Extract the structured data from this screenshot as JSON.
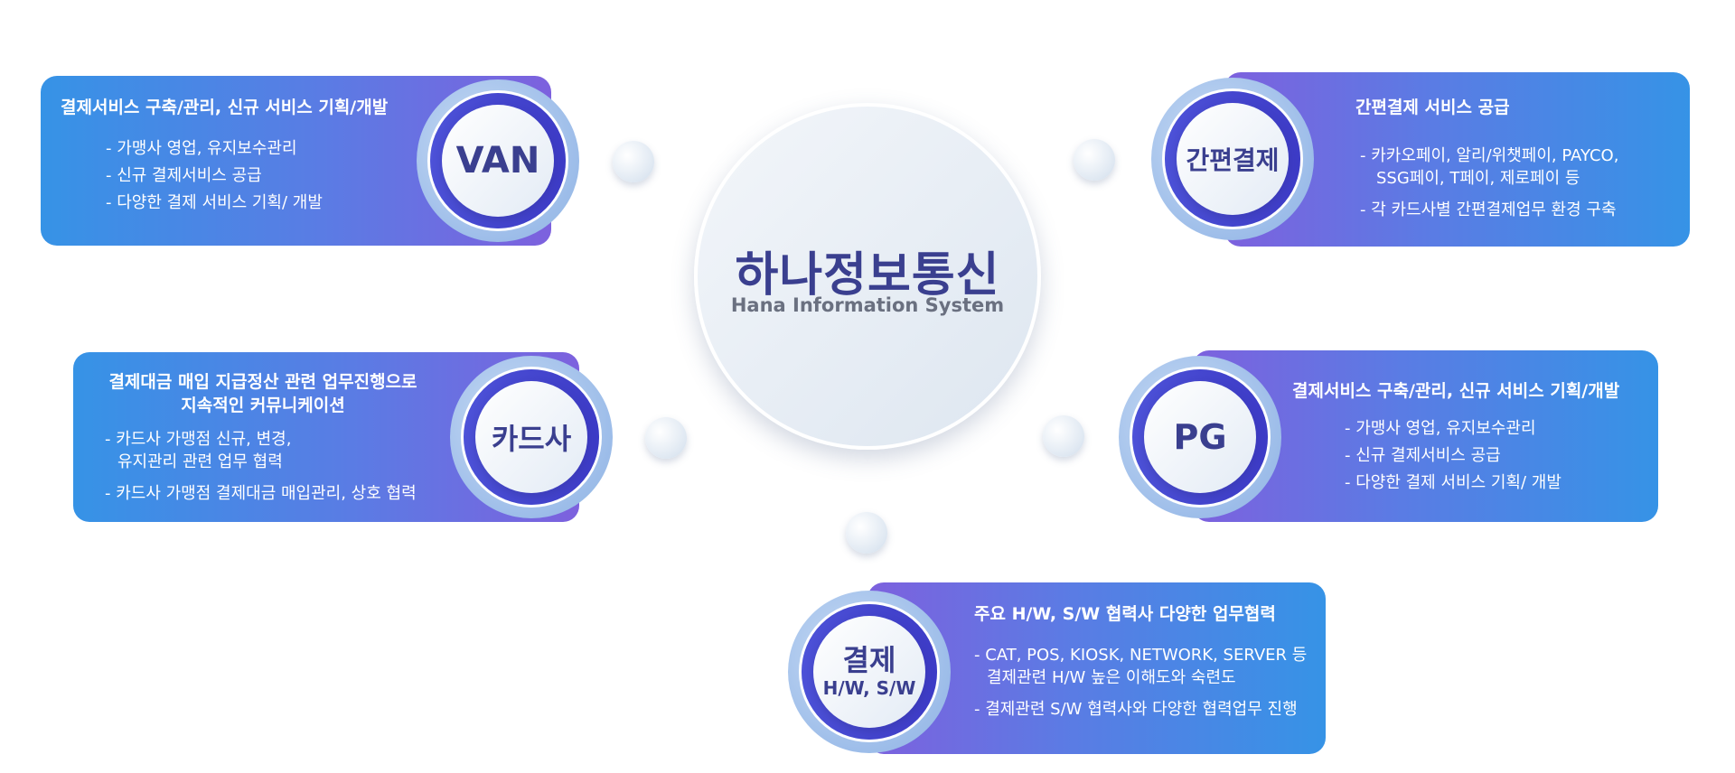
{
  "center": {
    "title_kr": "하나정보통신",
    "title_en": "Hana Information System"
  },
  "van": {
    "badge": "VAN",
    "title": "결제서비스 구축/관리, 신규 서비스 기획/개발",
    "items": [
      "- 가맹사 영업, 유지보수관리",
      "- 신규 결제서비스 공급",
      "- 다양한 결제 서비스 기획/ 개발"
    ]
  },
  "simple": {
    "badge": "간편결제",
    "title": "간편결제 서비스 공급",
    "item1_line1": "- 카카오페이, 알리/위챗페이, PAYCO,",
    "item1_line2": "SSG페이, T페이, 제로페이 등",
    "item2": "- 각 카드사별 간편결제업무 환경 구축"
  },
  "card": {
    "badge": "카드사",
    "title_line1": "결제대금 매입 지급정산 관련 업무진행으로",
    "title_line2": "지속적인 커뮤니케이션",
    "item1_line1": "- 카드사 가맹점 신규, 변경,",
    "item1_line2": "유지관리 관련 업무 협력",
    "item2": "- 카드사 가맹점 결제대금 매입관리, 상호 협력"
  },
  "pg": {
    "badge": "PG",
    "title": "결제서비스 구축/관리, 신규 서비스 기획/개발",
    "items": [
      "- 가맹사 영업, 유지보수관리",
      "- 신규 결제서비스 공급",
      "- 다양한 결제 서비스 기획/ 개발"
    ]
  },
  "hw": {
    "badge_line1": "결제",
    "badge_line2": "H/W, S/W",
    "title": "주요 H/W, S/W 협력사 다양한 업무협력",
    "item1_line1": "- CAT, POS, KIOSK, NETWORK, SERVER 등",
    "item1_line2": "결제관련 H/W 높은 이해도와 숙련도",
    "item2": "- 결제관련 S/W 협력사와 다양한 협력업무 진행"
  }
}
